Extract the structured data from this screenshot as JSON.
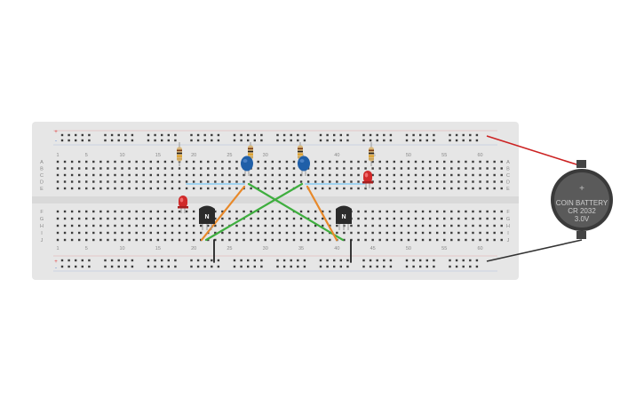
{
  "breadboard": {
    "row_letters_top": [
      "A",
      "B",
      "C",
      "D",
      "E"
    ],
    "row_letters_bottom": [
      "F",
      "G",
      "H",
      "I",
      "J"
    ],
    "column_numbers": [
      "1",
      "5",
      "10",
      "15",
      "20",
      "25",
      "30",
      "35",
      "40",
      "45",
      "50",
      "55",
      "60"
    ],
    "rail_signs": [
      "+",
      "-"
    ]
  },
  "battery": {
    "plus_label": "+",
    "line1": "COIN BATTERY",
    "line2": "CR 2032",
    "line3": "3.0V"
  },
  "transistors": [
    {
      "label": "N"
    },
    {
      "label": "N"
    }
  ],
  "colors": {
    "board": "#e6e6e6",
    "hole": "#3b3b3b",
    "rail_red": "#e04040",
    "rail_blue": "#4a7bd0",
    "wire_green": "#3fae3f",
    "wire_orange": "#e8892a",
    "wire_red": "#cc2222",
    "wire_black": "#333333",
    "wire_lightblue": "#9fd3f0",
    "capacitor": "#1f5fa8",
    "led": "#d02a2a",
    "transistor": "#2b2b2b",
    "battery": "#5a5a5a"
  }
}
